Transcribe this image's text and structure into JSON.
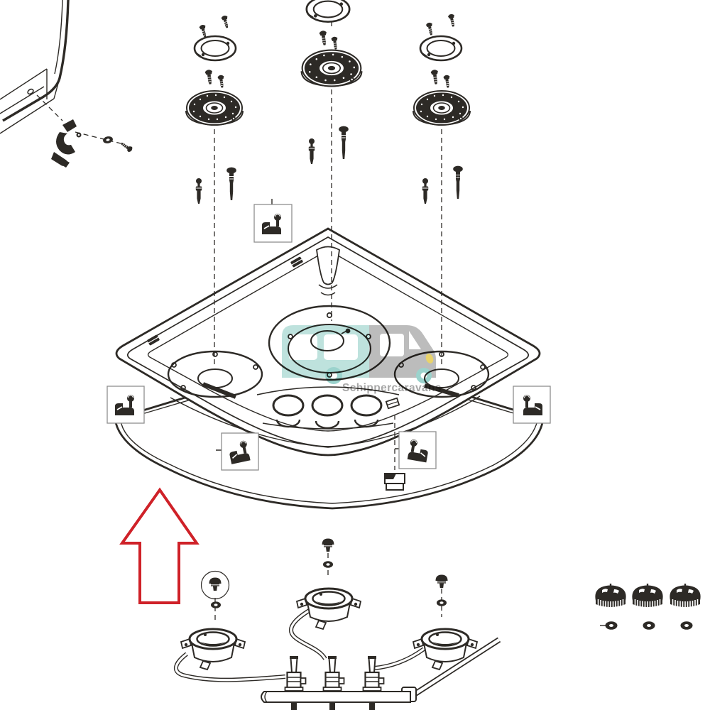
{
  "watermark": {
    "text": "Schippercaravans"
  },
  "colors": {
    "background": "#ffffff",
    "line": "#2d2a26",
    "red_arrow": "#cf2128",
    "callout_border": "#8e8e8e",
    "watermark_teal": "#b9e0da",
    "watermark_wheel": "#93d0c9",
    "watermark_gray": "#b7b7b7",
    "watermark_text": "#a0a0a0",
    "watermark_yellow": "#e7cf5e"
  },
  "parts": [
    {
      "id": "lid-panel",
      "label": "Lid / side panel corner"
    },
    {
      "id": "lid-hinge",
      "label": "Lid hinge bracket with washer and screw"
    },
    {
      "id": "pan-support-rings",
      "label": "Burner trim rings (3)"
    },
    {
      "id": "fixing-screws",
      "label": "Fixing screws"
    },
    {
      "id": "burner-assemblies",
      "label": "Burner bodies (3)"
    },
    {
      "id": "igniter-electrodes",
      "label": "Igniter electrodes (3)"
    },
    {
      "id": "injector-jets",
      "label": "Injector jets (3)"
    },
    {
      "id": "hob-top",
      "label": "Corner hob top panel"
    },
    {
      "id": "mounting-clips",
      "label": "Mounting clip callouts (5)"
    },
    {
      "id": "retaining-clip",
      "label": "Retaining clip"
    },
    {
      "id": "seal-gasket",
      "label": "Hob seal gasket"
    },
    {
      "id": "fitting-direction-arrow",
      "label": "Fitting direction arrow"
    },
    {
      "id": "burner-cups",
      "label": "Burner base cups (3)"
    },
    {
      "id": "cup-bolts",
      "label": "Cup fixing bolts and washers"
    },
    {
      "id": "gas-taps",
      "label": "Gas taps on manifold (3)"
    },
    {
      "id": "manifold",
      "label": "Gas manifold rail with supply pipe"
    },
    {
      "id": "control-knobs",
      "label": "Control knobs (3)"
    },
    {
      "id": "knob-bezels",
      "label": "Knob washers (3)"
    }
  ]
}
